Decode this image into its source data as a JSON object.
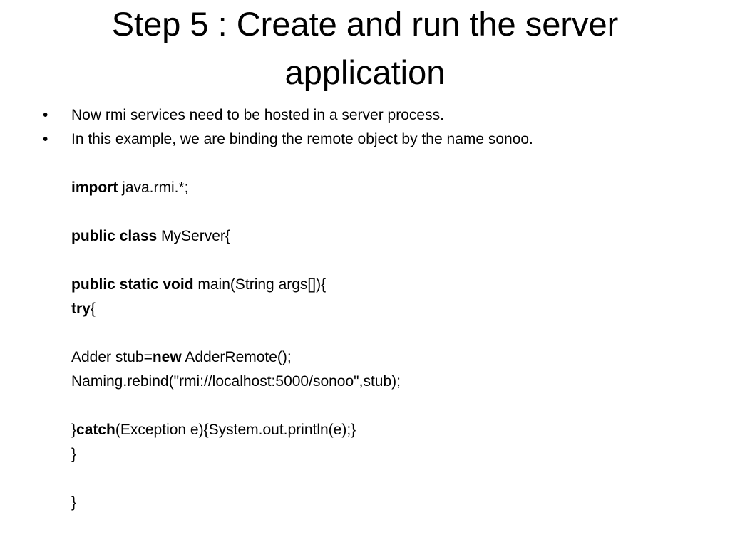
{
  "slide": {
    "title": "Step 5 : Create and run the server application",
    "bullets": [
      "Now rmi services need to be hosted in a server process.",
      "In this example, we are binding the remote object by the name sonoo."
    ],
    "bullet_symbol": "•",
    "code_lines": [
      [
        {
          "text": "import",
          "bold": true
        },
        {
          "text": " java.rmi.*;",
          "bold": false
        }
      ],
      [],
      [
        {
          "text": "public class",
          "bold": true
        },
        {
          "text": " MyServer{",
          "bold": false
        }
      ],
      [],
      [
        {
          "text": "public static void",
          "bold": true
        },
        {
          "text": " main(String args[]){",
          "bold": false
        }
      ],
      [
        {
          "text": "try",
          "bold": true
        },
        {
          "text": "{",
          "bold": false
        }
      ],
      [],
      [
        {
          "text": "Adder stub=",
          "bold": false
        },
        {
          "text": "new",
          "bold": true
        },
        {
          "text": " AdderRemote();",
          "bold": false
        }
      ],
      [
        {
          "text": "Naming.rebind(\"rmi://localhost:5000/sonoo\",stub);",
          "bold": false
        }
      ],
      [],
      [
        {
          "text": "}",
          "bold": false
        },
        {
          "text": "catch",
          "bold": true
        },
        {
          "text": "(Exception e){System.out.println(e);}",
          "bold": false
        }
      ],
      [
        {
          "text": "}",
          "bold": false
        }
      ],
      [],
      [
        {
          "text": "}",
          "bold": false
        }
      ]
    ]
  }
}
